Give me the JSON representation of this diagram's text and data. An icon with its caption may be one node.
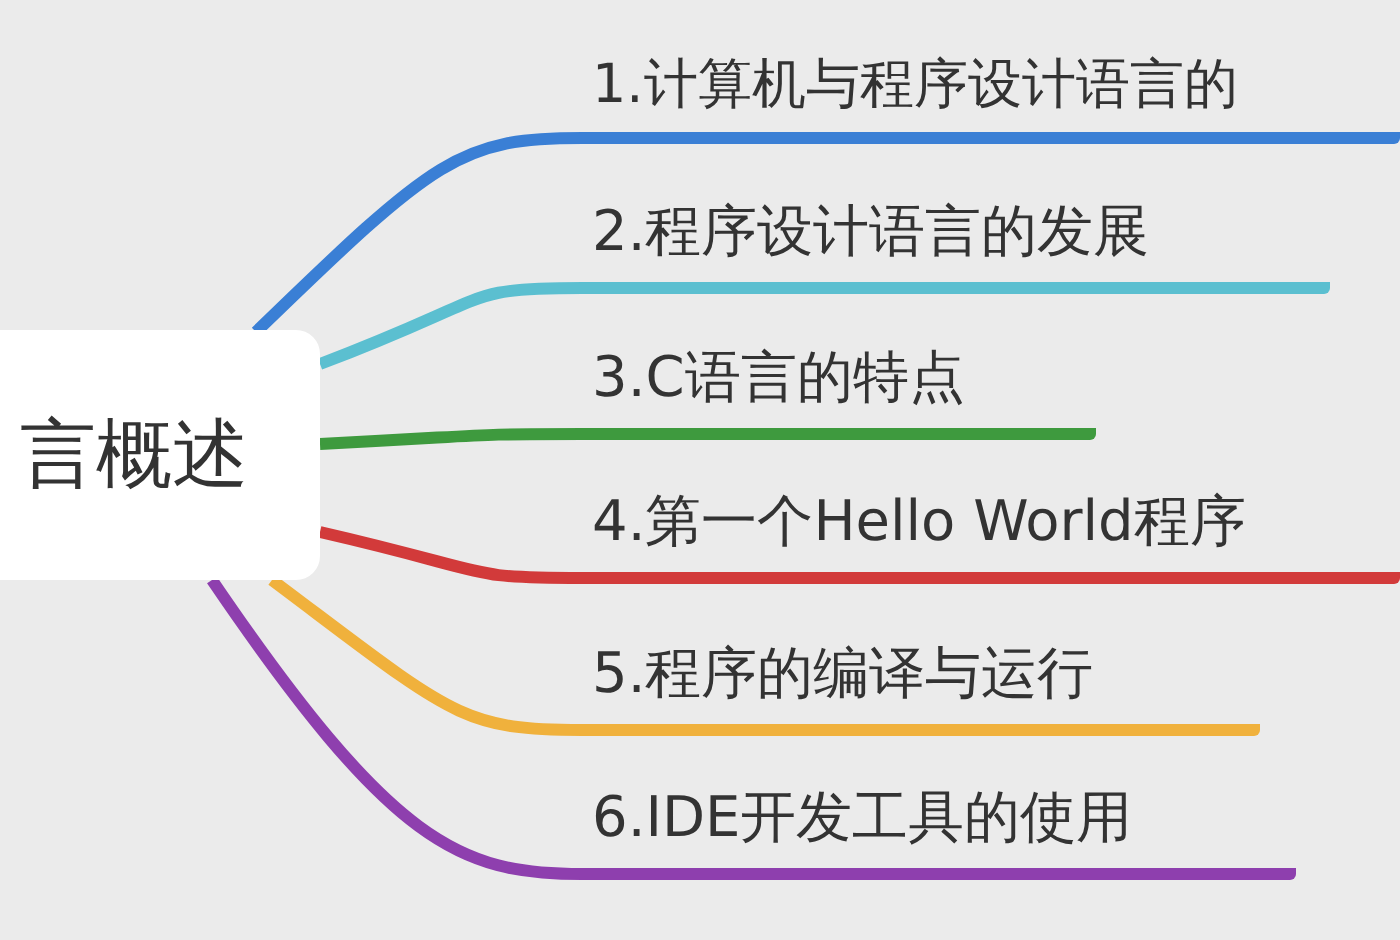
{
  "diagram": {
    "nodes": [
      {
        "text": [
          "言概述"
        ]
      },
      {
        "text": [
          "1.计算机与程序设计语言的"
        ]
      },
      {
        "text": [
          "2.程序设计语言的发展"
        ]
      },
      {
        "text": [
          "3.C语言的特点"
        ]
      },
      {
        "text": [
          "4.第一个Hello World程序"
        ]
      },
      {
        "text": [
          "5.程序的编译与运行"
        ]
      },
      {
        "text": [
          "6.IDE开发工具的使用"
        ]
      }
    ],
    "edges": [
      {
        "from": 0,
        "to": 1,
        "arrow": "none",
        "color": "#3a7fd5"
      },
      {
        "from": 0,
        "to": 2,
        "arrow": "none",
        "color": "#5bbfd0"
      },
      {
        "from": 0,
        "to": 3,
        "arrow": "none",
        "color": "#3e9a3e"
      },
      {
        "from": 0,
        "to": 4,
        "arrow": "none",
        "color": "#d23a3a"
      },
      {
        "from": 0,
        "to": 5,
        "arrow": "none",
        "color": "#f0b13c"
      },
      {
        "from": 0,
        "to": 6,
        "arrow": "none",
        "color": "#8e3fae"
      }
    ]
  }
}
